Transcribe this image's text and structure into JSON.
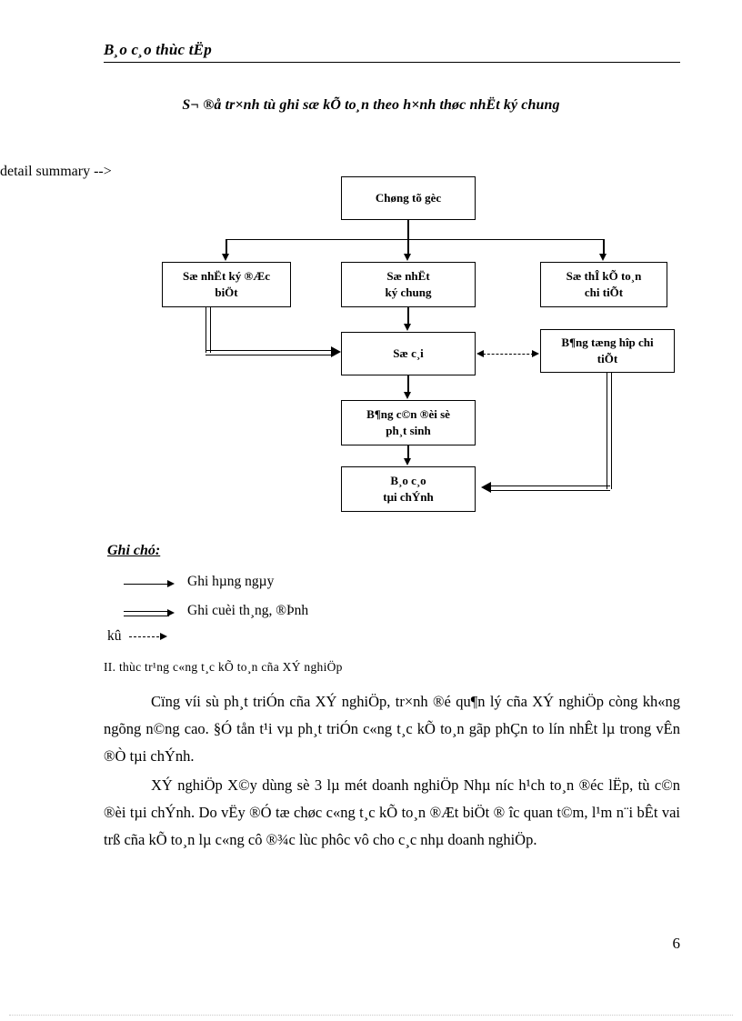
{
  "header": {
    "running_title": "B¸o c¸o thùc tËp"
  },
  "figure": {
    "title": "S¬ ®å tr×nh tù ghi sæ kÕ to¸n theo h×nh thøc nhËt ký chung",
    "nodes": {
      "source": "Chøng tõ gèc",
      "special_journal": "Sæ nhËt ký ®Æc biÖt",
      "general_journal": "Sæ nhËt ký ký chung",
      "detail_card": "Sæ thÎ kÕ to¸n chi tiÕt",
      "ledger": "Sæ c¸i",
      "detail_summary": "B¶ng tæng hîp chi tiÕt",
      "trial_balance": "B¶ng c©n ®èi sè ph¸t sinh",
      "financial_report": "B¸o c¸o tµi chÝnh"
    },
    "node_lines": {
      "source": [
        "Chøng tõ gèc"
      ],
      "special_journal": [
        "Sæ nhËt ký ®Æc",
        "biÖt"
      ],
      "general_journal": [
        "Sæ nhËt",
        "ký chung"
      ],
      "detail_card": [
        "Sæ thÎ kÕ to¸n",
        "chi tiÕt"
      ],
      "ledger": [
        "Sæ c¸i"
      ],
      "detail_summary": [
        "B¶ng tæng hîp chi",
        "tiÕt"
      ],
      "trial_balance": [
        "B¶ng c©n ®èi sè",
        "ph¸t sinh"
      ],
      "financial_report": [
        "B¸o c¸o",
        "tµi chÝnh"
      ]
    }
  },
  "legend": {
    "title": "Ghi chó:",
    "items": [
      {
        "symbol": "thin-arrow",
        "label": "Ghi hµng ngµy"
      },
      {
        "symbol": "double-arrow",
        "label": "Ghi cuèi th¸ng, ®Þnh"
      }
    ],
    "third_line": {
      "text": "kû",
      "symbol": "dashed-arrow"
    }
  },
  "section": {
    "heading": "II. thùc tr¹ng c«ng t¸c kÕ to¸n cña XÝ nghiÖp"
  },
  "body": {
    "paragraphs": [
      "Cïng víi sù ph¸t triÓn cña XÝ nghiÖp, tr×nh ®é qu¶n lý cña XÝ nghiÖp còng kh«ng ngõng n©ng cao. §Ó tån t¹i vµ ph¸t triÓn c«ng t¸c kÕ to¸n gãp phÇn to lín nhÊt lµ trong vÊn ®Ò tµi chÝnh.",
      "XÝ nghiÖp X©y dùng sè 3 lµ mét doanh nghiÖp Nhµ níc h¹ch to¸n ®éc lËp, tù c©n ®èi tµi chÝnh. Do vËy ®Ó tæ chøc c«ng t¸c kÕ to¸n  ®Æt biÖt ® îc quan t©m, l¹m n¨i bÊt vai trß cña kÕ to¸n lµ c«ng cô ®¾c lùc phôc vô cho c¸c nhµ doanh nghiÖp."
    ]
  },
  "footer": {
    "page_number": "6"
  }
}
